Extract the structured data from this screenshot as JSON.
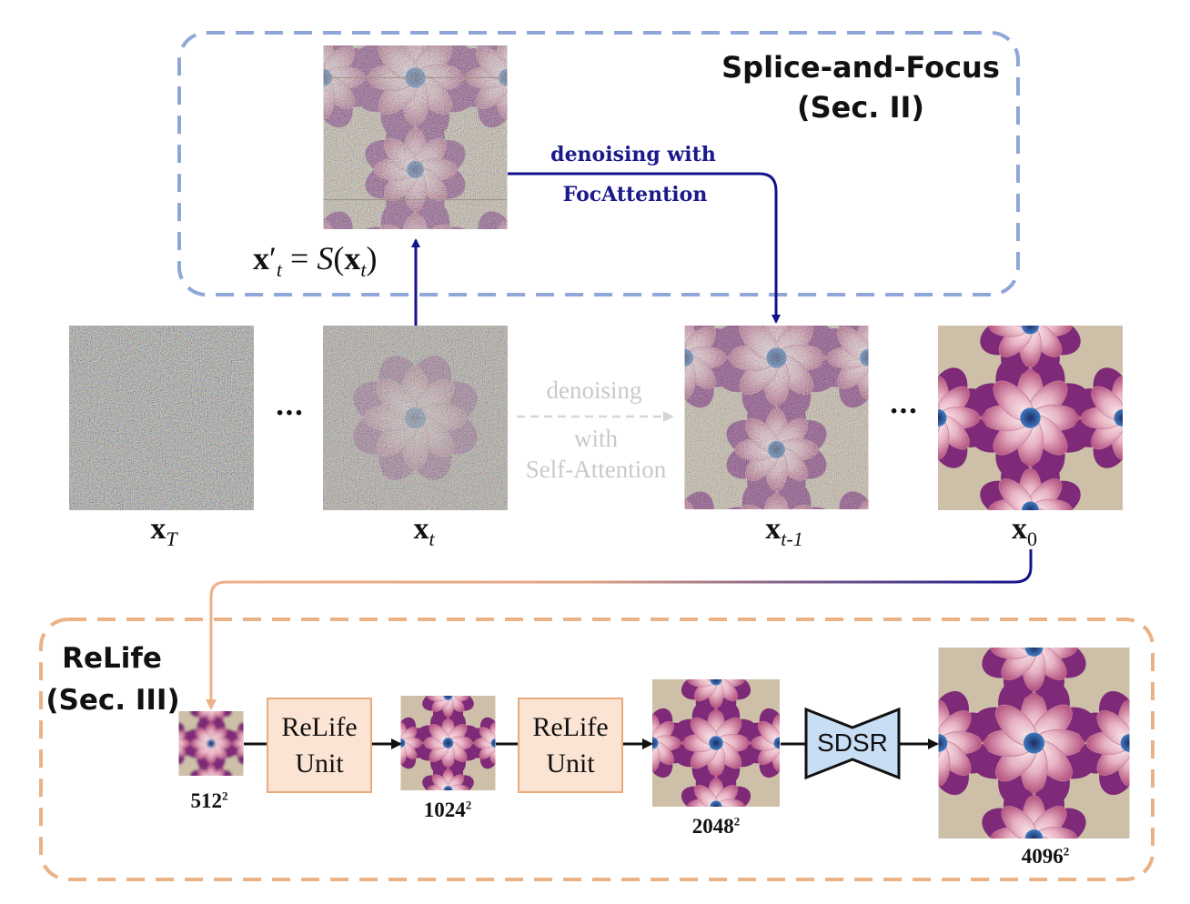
{
  "splice_focus": {
    "title": "Splice-and-Focus",
    "section": "(Sec. II)",
    "formula": {
      "lhs_var": "x",
      "lhs_prime": "′",
      "lhs_sub": "t",
      "eq": "=",
      "fn": "S",
      "arg_var": "x",
      "arg_sub": "t"
    }
  },
  "foc_label": {
    "line1": "denoising with",
    "line2": "FocAttention"
  },
  "self_label": {
    "line1": "denoising",
    "line2": "with",
    "line3": "Self-Attention"
  },
  "ellipsis": "...",
  "variables": [
    {
      "base": "x",
      "sub": "T"
    },
    {
      "base": "x",
      "sub": "t"
    },
    {
      "base": "x",
      "sub": "t-1"
    },
    {
      "base": "x",
      "sub": "0"
    }
  ],
  "relife": {
    "title": "ReLife",
    "section": "(Sec. III)"
  },
  "units": [
    {
      "line1": "ReLife",
      "line2": "Unit"
    },
    {
      "line1": "ReLife",
      "line2": "Unit"
    }
  ],
  "sdsr": "SDSR",
  "sizes": [
    {
      "base": "512",
      "exp": "2"
    },
    {
      "base": "1024",
      "exp": "2"
    },
    {
      "base": "2048",
      "exp": "2"
    },
    {
      "base": "4096",
      "exp": "2"
    }
  ],
  "colors": {
    "blue_box": "#8fa6d9",
    "orange_box": "#e9b287",
    "navy": "#12128c",
    "grey": "#cccccc",
    "unit_fill": "#fbe4d3",
    "sdsr_fill": "#c8def4",
    "bg_tan": "#cdbfa8"
  }
}
